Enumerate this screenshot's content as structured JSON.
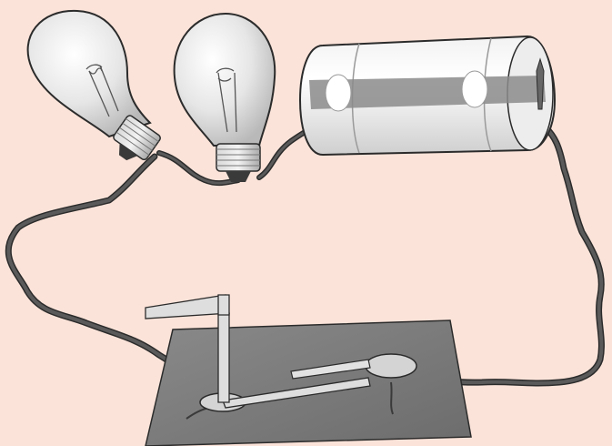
{
  "diagram": {
    "components": [
      {
        "id": "bulb-1",
        "kind": "incandescent-bulb"
      },
      {
        "id": "bulb-2",
        "kind": "incandescent-bulb"
      },
      {
        "id": "battery",
        "kind": "cylindrical-battery"
      },
      {
        "id": "switch",
        "kind": "knife-switch-on-board"
      },
      {
        "id": "wire",
        "kind": "insulated-wire"
      }
    ],
    "colors": {
      "background": "#fbe3d9",
      "wire": "#4f4f4f",
      "glass": "#e9e9e9",
      "base": "#c6c6c6",
      "board": "#7a7a7a",
      "outline": "#2b2b2b"
    }
  }
}
